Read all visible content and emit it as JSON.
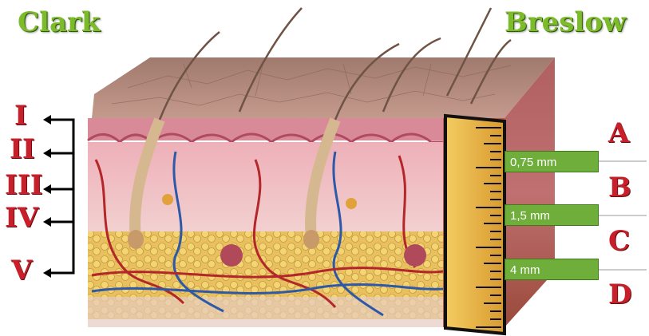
{
  "clark": {
    "title": "Clark",
    "levels": [
      "I",
      "II",
      "III",
      "IV",
      "V"
    ]
  },
  "breslow": {
    "title": "Breslow",
    "letters": [
      "A",
      "B",
      "C",
      "D"
    ],
    "depths": [
      "0,75 mm",
      "1,5 mm",
      "4 mm"
    ]
  },
  "colors": {
    "title_green": "#7cbb2a",
    "roman_red": "#c8202a",
    "label_green": "#6fae3a",
    "ruler_yellow": "#e8b84a"
  }
}
